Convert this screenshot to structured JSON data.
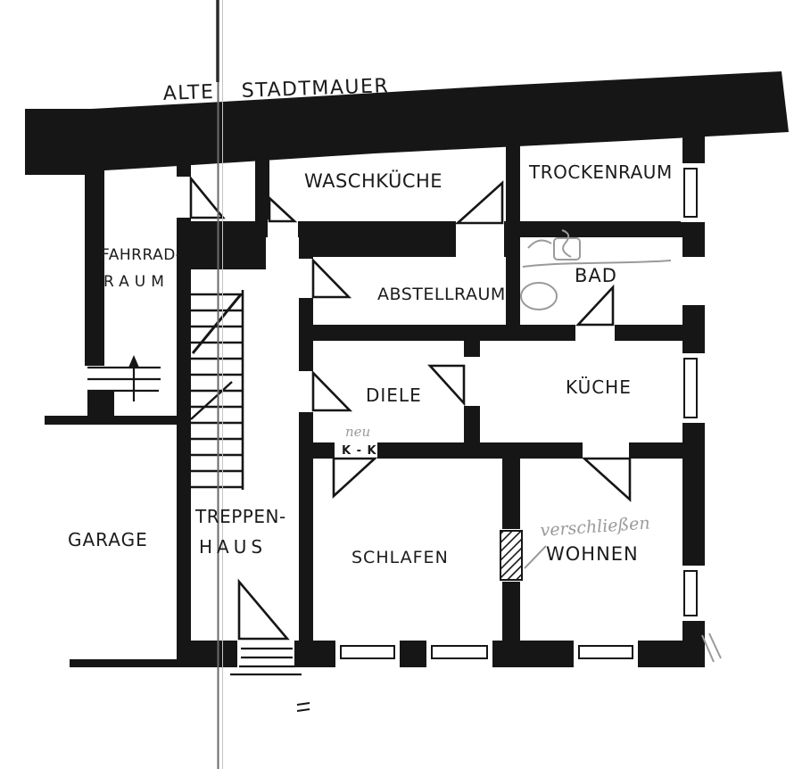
{
  "document": {
    "type": "scanned hand-drawn floor plan",
    "title": "ALTE STADTMAUER"
  },
  "rooms": {
    "fahrradraum": {
      "line1": "FAHRRAD-",
      "line2": "RAUM"
    },
    "waschkueche": {
      "label": "WASCHKÜCHE"
    },
    "trockenraum": {
      "label": "TROCKENRAUM"
    },
    "abstellraum": {
      "label": "ABSTELLRAUM"
    },
    "bad": {
      "label": "BAD"
    },
    "diele": {
      "label": "DIELE"
    },
    "kueche": {
      "label": "KÜCHE"
    },
    "treppenhaus": {
      "line1": "TREPPEN-",
      "line2": "HAUS"
    },
    "garage": {
      "label": "GARAGE"
    },
    "schlafen": {
      "label": "SCHLAFEN"
    },
    "wohnen": {
      "label": "WOHNEN"
    }
  },
  "annotations": {
    "pencil_note_diele": "neu",
    "section_mark": "K - K",
    "pencil_note_wohnen": "verschließen"
  },
  "colors": {
    "ink": "#161616",
    "pencil": "#9a9a9a",
    "paper": "#ffffff"
  }
}
